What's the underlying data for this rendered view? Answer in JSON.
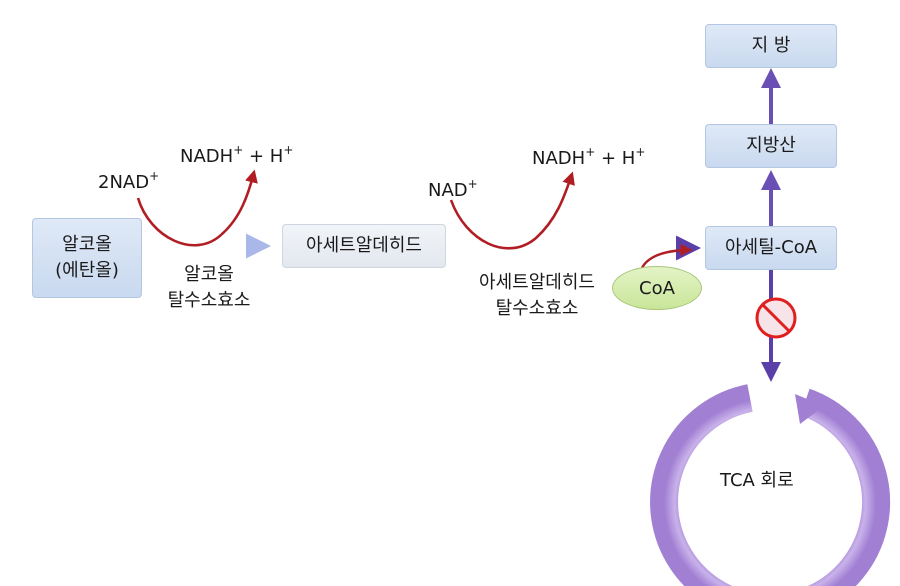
{
  "nodes": {
    "ethanol_line1": "알코올",
    "ethanol_line2": "(에탄올)",
    "acetaldehyde": "아세트알데히드",
    "acetyl_coa": "아세틸-CoA",
    "fatty_acid": "지방산",
    "fat": "지 방",
    "coa": "CoA",
    "tca": "TCA 회로"
  },
  "enzymes": {
    "adh_line1": "알코올",
    "adh_line2": "탈수소효소",
    "aldh_line1": "아세트알데히드",
    "aldh_line2": "탈수소효소"
  },
  "cofactors": {
    "step1_in_prefix": "2NAD",
    "step1_out_nadh": "NADH",
    "step1_out_plus": " + H",
    "step2_in_prefix": "NAD",
    "step2_out_nadh": "NADH",
    "step2_out_plus": " + H",
    "charge": "+"
  },
  "colors": {
    "box_blue": "#c9d9ef",
    "arrow_purple": "#6a4fb5",
    "cofactor_red": "#b01e23",
    "tca_purple": "#a98ad4",
    "inhibit_red": "#e02020",
    "coa_green": "#c9e69a"
  },
  "icons": {
    "inhibition": "no-entry-icon"
  }
}
